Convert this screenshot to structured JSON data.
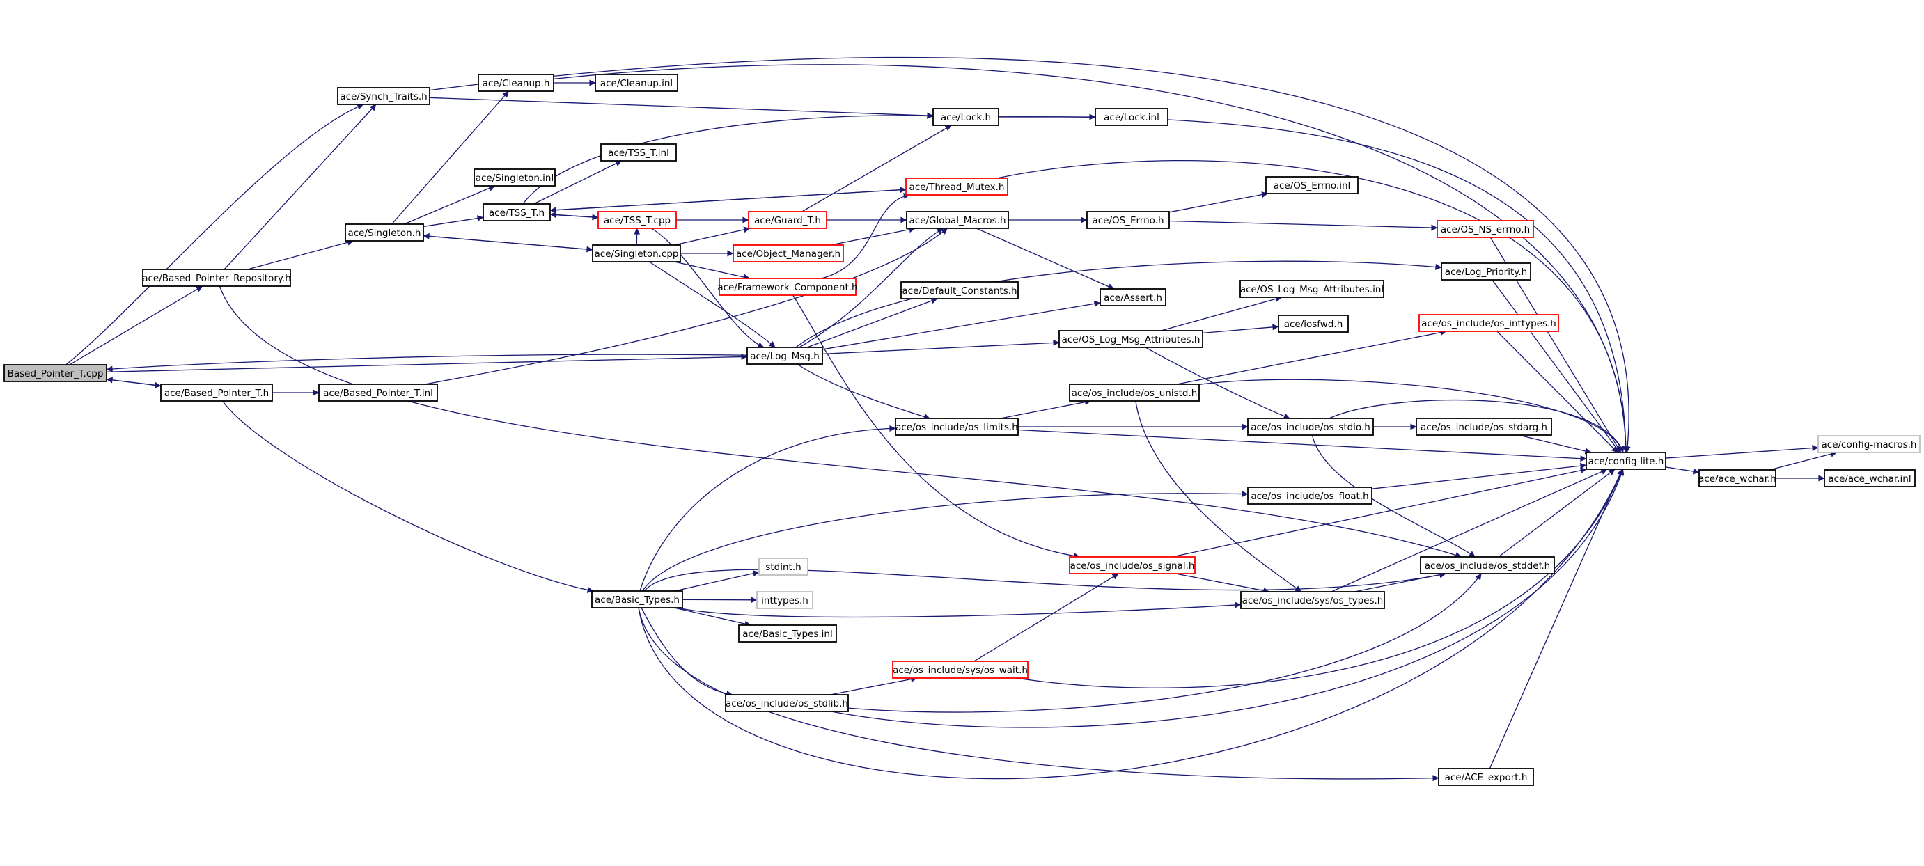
{
  "graph": {
    "colors": {
      "edge": "#191970",
      "root_fill": "#bfbfbf",
      "normal_border": "#000000",
      "truncated_border": "#ff0000",
      "external_border": "#bfbfbf"
    },
    "nodes": [
      {
        "id": "n_root",
        "label": "Based_Pointer_T.cpp",
        "style": "root"
      },
      {
        "id": "n_synch",
        "label": "ace/Synch_Traits.h",
        "style": "normal"
      },
      {
        "id": "n_cleanup",
        "label": "ace/Cleanup.h",
        "style": "normal"
      },
      {
        "id": "n_cleanupinl",
        "label": "ace/Cleanup.inl",
        "style": "normal"
      },
      {
        "id": "n_lock",
        "label": "ace/Lock.h",
        "style": "normal"
      },
      {
        "id": "n_lockinl",
        "label": "ace/Lock.inl",
        "style": "normal"
      },
      {
        "id": "n_tssinl",
        "label": "ace/TSS_T.inl",
        "style": "normal"
      },
      {
        "id": "n_singinl",
        "label": "ace/Singleton.inl",
        "style": "normal"
      },
      {
        "id": "n_threadmutex",
        "label": "ace/Thread_Mutex.h",
        "style": "truncated"
      },
      {
        "id": "n_tssh",
        "label": "ace/TSS_T.h",
        "style": "normal"
      },
      {
        "id": "n_tsscpp",
        "label": "ace/TSS_T.cpp",
        "style": "truncated"
      },
      {
        "id": "n_guard",
        "label": "ace/Guard_T.h",
        "style": "truncated"
      },
      {
        "id": "n_globalmacros",
        "label": "ace/Global_Macros.h",
        "style": "normal"
      },
      {
        "id": "n_oserrno",
        "label": "ace/OS_Errno.h",
        "style": "normal"
      },
      {
        "id": "n_oserrnoinl",
        "label": "ace/OS_Errno.inl",
        "style": "normal"
      },
      {
        "id": "n_osnserrno",
        "label": "ace/OS_NS_errno.h",
        "style": "truncated"
      },
      {
        "id": "n_singh",
        "label": "ace/Singleton.h",
        "style": "normal"
      },
      {
        "id": "n_singcpp",
        "label": "ace/Singleton.cpp",
        "style": "normal"
      },
      {
        "id": "n_objmgr",
        "label": "ace/Object_Manager.h",
        "style": "truncated"
      },
      {
        "id": "n_bprep",
        "label": "ace/Based_Pointer_Repository.h",
        "style": "normal"
      },
      {
        "id": "n_fwcomp",
        "label": "ace/Framework_Component.h",
        "style": "truncated"
      },
      {
        "id": "n_defconst",
        "label": "ace/Default_Constants.h",
        "style": "normal"
      },
      {
        "id": "n_assert",
        "label": "ace/Assert.h",
        "style": "normal"
      },
      {
        "id": "n_logprio",
        "label": "ace/Log_Priority.h",
        "style": "normal"
      },
      {
        "id": "n_oslogattrinl",
        "label": "ace/OS_Log_Msg_Attributes.inl",
        "style": "normal"
      },
      {
        "id": "n_iosfwd",
        "label": "ace/iosfwd.h",
        "style": "normal"
      },
      {
        "id": "n_oslogattr",
        "label": "ace/OS_Log_Msg_Attributes.h",
        "style": "normal"
      },
      {
        "id": "n_inttypes",
        "label": "ace/os_include/os_inttypes.h",
        "style": "truncated"
      },
      {
        "id": "n_logmsg",
        "label": "ace/Log_Msg.h",
        "style": "normal"
      },
      {
        "id": "n_bpth",
        "label": "ace/Based_Pointer_T.h",
        "style": "normal"
      },
      {
        "id": "n_bptinl",
        "label": "ace/Based_Pointer_T.inl",
        "style": "normal"
      },
      {
        "id": "n_unistd",
        "label": "ace/os_include/os_unistd.h",
        "style": "normal"
      },
      {
        "id": "n_limits",
        "label": "ace/os_include/os_limits.h",
        "style": "normal"
      },
      {
        "id": "n_stdio",
        "label": "ace/os_include/os_stdio.h",
        "style": "normal"
      },
      {
        "id": "n_stdarg",
        "label": "ace/os_include/os_stdarg.h",
        "style": "normal"
      },
      {
        "id": "n_configmacros",
        "label": "ace/config-macros.h",
        "style": "external"
      },
      {
        "id": "n_configlite",
        "label": "ace/config-lite.h",
        "style": "normal"
      },
      {
        "id": "n_acewcharh",
        "label": "ace/ace_wchar.h",
        "style": "normal"
      },
      {
        "id": "n_acewcharinl",
        "label": "ace/ace_wchar.inl",
        "style": "normal"
      },
      {
        "id": "n_float",
        "label": "ace/os_include/os_float.h",
        "style": "normal"
      },
      {
        "id": "n_signal",
        "label": "ace/os_include/os_signal.h",
        "style": "truncated"
      },
      {
        "id": "n_stddef",
        "label": "ace/os_include/os_stddef.h",
        "style": "normal"
      },
      {
        "id": "n_stdint",
        "label": "stdint.h",
        "style": "external"
      },
      {
        "id": "n_basictypes",
        "label": "ace/Basic_Types.h",
        "style": "normal"
      },
      {
        "id": "n_inttypesh",
        "label": "inttypes.h",
        "style": "external"
      },
      {
        "id": "n_systypes",
        "label": "ace/os_include/sys/os_types.h",
        "style": "normal"
      },
      {
        "id": "n_basictypesinl",
        "label": "ace/Basic_Types.inl",
        "style": "normal"
      },
      {
        "id": "n_syswait",
        "label": "ace/os_include/sys/os_wait.h",
        "style": "truncated"
      },
      {
        "id": "n_stdlib",
        "label": "ace/os_include/os_stdlib.h",
        "style": "normal"
      },
      {
        "id": "n_aceexport",
        "label": "ace/ACE_export.h",
        "style": "normal"
      }
    ],
    "edges": [
      [
        "n_root",
        "n_synch"
      ],
      [
        "n_root",
        "n_bprep"
      ],
      [
        "n_root",
        "n_bpth"
      ],
      [
        "n_root",
        "n_logmsg"
      ],
      [
        "n_synch",
        "n_lock"
      ],
      [
        "n_synch",
        "n_configlite"
      ],
      [
        "n_cleanup",
        "n_cleanupinl"
      ],
      [
        "n_cleanup",
        "n_configlite"
      ],
      [
        "n_lock",
        "n_lockinl"
      ],
      [
        "n_lock",
        "n_configlite"
      ],
      [
        "n_bprep",
        "n_singh"
      ],
      [
        "n_bprep",
        "n_synch"
      ],
      [
        "n_bprep",
        "n_stddef"
      ],
      [
        "n_singh",
        "n_cleanup"
      ],
      [
        "n_singh",
        "n_singinl"
      ],
      [
        "n_singh",
        "n_tssh"
      ],
      [
        "n_singh",
        "n_singcpp"
      ],
      [
        "n_singcpp",
        "n_singh"
      ],
      [
        "n_singcpp",
        "n_tsscpp"
      ],
      [
        "n_singcpp",
        "n_objmgr"
      ],
      [
        "n_singcpp",
        "n_fwcomp"
      ],
      [
        "n_singcpp",
        "n_logmsg"
      ],
      [
        "n_singcpp",
        "n_guard"
      ],
      [
        "n_tssh",
        "n_tssinl"
      ],
      [
        "n_tssh",
        "n_lock"
      ],
      [
        "n_tssh",
        "n_tsscpp"
      ],
      [
        "n_tssh",
        "n_threadmutex"
      ],
      [
        "n_tsscpp",
        "n_tssh"
      ],
      [
        "n_tsscpp",
        "n_guard"
      ],
      [
        "n_tsscpp",
        "n_logmsg"
      ],
      [
        "n_threadmutex",
        "n_tssh"
      ],
      [
        "n_threadmutex",
        "n_configlite"
      ],
      [
        "n_guard",
        "n_lock"
      ],
      [
        "n_guard",
        "n_globalmacros"
      ],
      [
        "n_objmgr",
        "n_globalmacros"
      ],
      [
        "n_fwcomp",
        "n_threadmutex"
      ],
      [
        "n_fwcomp",
        "n_signal"
      ],
      [
        "n_globalmacros",
        "n_oserrno"
      ],
      [
        "n_globalmacros",
        "n_assert"
      ],
      [
        "n_oserrno",
        "n_oserrnoinl"
      ],
      [
        "n_oserrno",
        "n_osnserrno"
      ],
      [
        "n_osnserrno",
        "n_configlite"
      ],
      [
        "n_logmsg",
        "n_root"
      ],
      [
        "n_logmsg",
        "n_globalmacros"
      ],
      [
        "n_logmsg",
        "n_defconst"
      ],
      [
        "n_logmsg",
        "n_assert"
      ],
      [
        "n_logmsg",
        "n_logprio"
      ],
      [
        "n_logmsg",
        "n_oslogattr"
      ],
      [
        "n_logmsg",
        "n_limits"
      ],
      [
        "n_logprio",
        "n_configlite"
      ],
      [
        "n_oslogattr",
        "n_oslogattrinl"
      ],
      [
        "n_oslogattr",
        "n_iosfwd"
      ],
      [
        "n_oslogattr",
        "n_stdio"
      ],
      [
        "n_inttypes",
        "n_configlite"
      ],
      [
        "n_bpth",
        "n_root"
      ],
      [
        "n_bpth",
        "n_bptinl"
      ],
      [
        "n_bpth",
        "n_basictypes"
      ],
      [
        "n_bptinl",
        "n_globalmacros"
      ],
      [
        "n_limits",
        "n_unistd"
      ],
      [
        "n_limits",
        "n_stdio"
      ],
      [
        "n_limits",
        "n_configlite"
      ],
      [
        "n_unistd",
        "n_inttypes"
      ],
      [
        "n_unistd",
        "n_configlite"
      ],
      [
        "n_unistd",
        "n_systypes"
      ],
      [
        "n_stdio",
        "n_stdarg"
      ],
      [
        "n_stdio",
        "n_configlite"
      ],
      [
        "n_stdio",
        "n_stddef"
      ],
      [
        "n_stdarg",
        "n_configlite"
      ],
      [
        "n_float",
        "n_configlite"
      ],
      [
        "n_signal",
        "n_configlite"
      ],
      [
        "n_signal",
        "n_systypes"
      ],
      [
        "n_stddef",
        "n_configlite"
      ],
      [
        "n_systypes",
        "n_stddef"
      ],
      [
        "n_systypes",
        "n_configlite"
      ],
      [
        "n_basictypes",
        "n_limits"
      ],
      [
        "n_basictypes",
        "n_float"
      ],
      [
        "n_basictypes",
        "n_stdint"
      ],
      [
        "n_basictypes",
        "n_inttypesh"
      ],
      [
        "n_basictypes",
        "n_basictypesinl"
      ],
      [
        "n_basictypes",
        "n_systypes"
      ],
      [
        "n_basictypes",
        "n_stdlib"
      ],
      [
        "n_basictypes",
        "n_aceexport"
      ],
      [
        "n_basictypes",
        "n_configlite"
      ],
      [
        "n_basictypes",
        "n_stddef"
      ],
      [
        "n_stdlib",
        "n_syswait"
      ],
      [
        "n_stdlib",
        "n_stddef"
      ],
      [
        "n_stdlib",
        "n_configlite"
      ],
      [
        "n_syswait",
        "n_signal"
      ],
      [
        "n_syswait",
        "n_configlite"
      ],
      [
        "n_aceexport",
        "n_configlite"
      ],
      [
        "n_configlite",
        "n_configmacros"
      ],
      [
        "n_configlite",
        "n_acewcharh"
      ],
      [
        "n_acewcharh",
        "n_acewcharinl"
      ],
      [
        "n_acewcharh",
        "n_configmacros"
      ]
    ]
  }
}
